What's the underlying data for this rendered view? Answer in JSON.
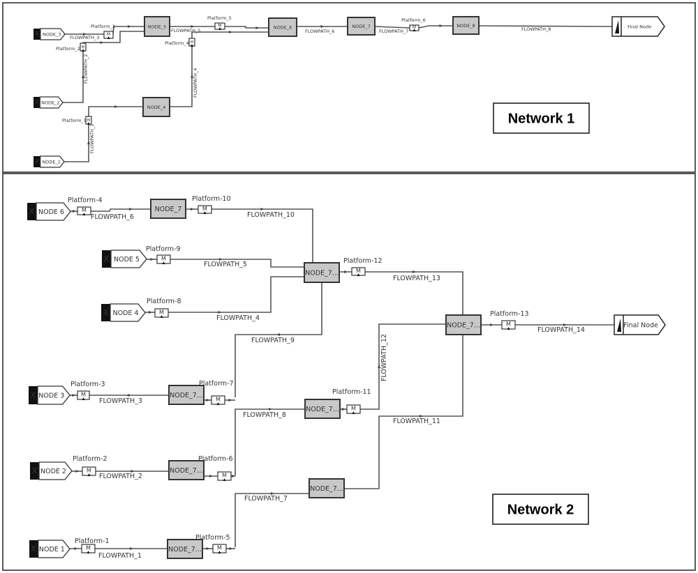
{
  "glyphs": {
    "platform": "M",
    "source": "X"
  },
  "colors": {
    "node_fill": "#c8c8c8",
    "node_border": "#333333",
    "line": "#555555",
    "source_marker": "#111111"
  },
  "network1": {
    "title": "Network 1",
    "sources": [
      "NODE_3",
      "NODE_2",
      "NODE_1"
    ],
    "nodes": [
      "NODE_5",
      "NODE_6",
      "NODE_7",
      "NODE_8",
      "NODE_4"
    ],
    "final": "Final Node",
    "platforms": [
      "Platform_1",
      "Platform_2",
      "Platform_3",
      "Platform_4",
      "Platform_5",
      "Platform_6"
    ],
    "flowpaths": [
      "FLOWPATH_1",
      "FLOWPATH_2",
      "FLOWPATH_3",
      "FLOWPATH_4",
      "FLOWPATH_5",
      "FLOWPATH_6",
      "FLOWPATH_7",
      "FLOWPATH_8"
    ]
  },
  "network2": {
    "title": "Network 2",
    "sources": [
      "NODE 1",
      "NODE 2",
      "NODE 3",
      "NODE 4",
      "NODE 5",
      "NODE 6"
    ],
    "nodes": [
      "NODE_7",
      "NODE_7...",
      "NODE_7...",
      "NODE_7...",
      "NODE_7...",
      "NODE_7...",
      "NODE_7...",
      "NODE_7..."
    ],
    "final": "Final Node",
    "platforms": [
      "Platform-1",
      "Platform-2",
      "Platform-3",
      "Platform-4",
      "Platform-5",
      "Platform-6",
      "Platform-7",
      "Platform-8",
      "Platform-9",
      "Platform-10",
      "Platform-11",
      "Platform-12",
      "Platform-13"
    ],
    "flowpaths": [
      "FLOWPATH_1",
      "FLOWPATH_2",
      "FLOWPATH_3",
      "FLOWPATH_4",
      "FLOWPATH_5",
      "FLOWPATH_6",
      "FLOWPATH_7",
      "FLOWPATH_8",
      "FLOWPATH_9",
      "FLOWPATH_10",
      "FLOWPATH_11",
      "FLOWPATH_12",
      "FLOWPATH_13",
      "FLOWPATH_14"
    ]
  }
}
